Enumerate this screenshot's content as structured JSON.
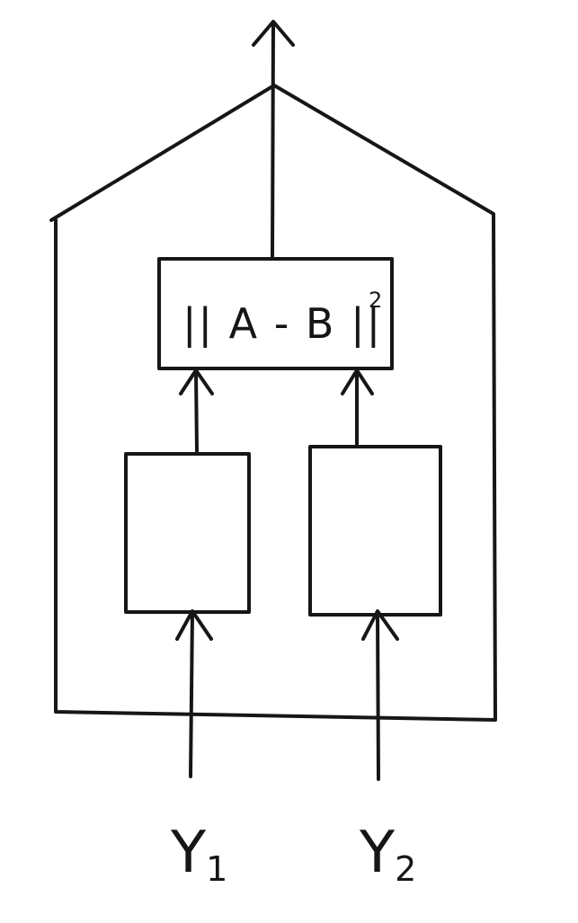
{
  "diagram": {
    "difference_block": {
      "base": "|| A - B ||",
      "exponent": "2"
    },
    "inputs": [
      {
        "symbol": "Y",
        "subscript": "1"
      },
      {
        "symbol": "Y",
        "subscript": "2"
      }
    ]
  }
}
